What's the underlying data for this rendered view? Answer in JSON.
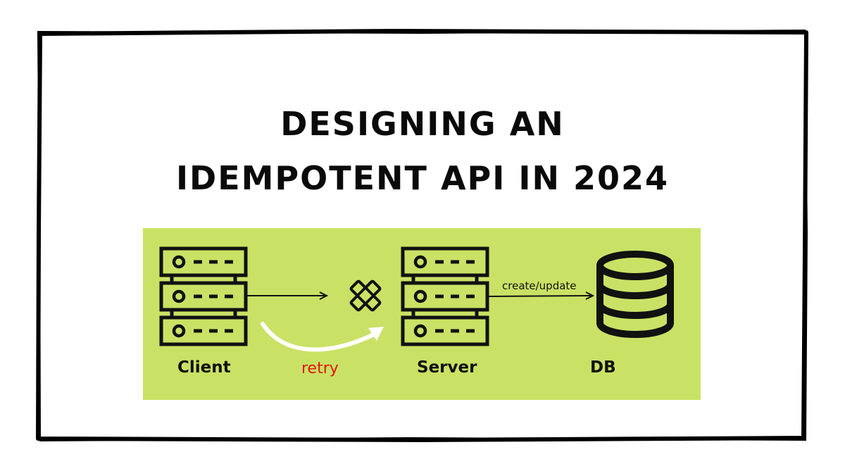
{
  "title": {
    "line1": "DESIGNING AN",
    "line2": "IDEMPOTENT API IN 2024"
  },
  "diagram": {
    "nodes": {
      "client": "Client",
      "server": "Server",
      "db": "DB"
    },
    "edges": {
      "retry": "retry",
      "create_update": "create/update"
    },
    "colors": {
      "panel": "#c9e265",
      "retry_text": "#e0150f",
      "ink": "#111111"
    },
    "icons": [
      "server-rack-icon",
      "failure-x-icon",
      "database-icon",
      "curved-arrow-icon"
    ]
  }
}
